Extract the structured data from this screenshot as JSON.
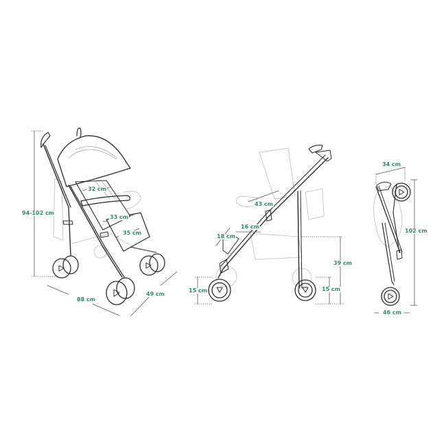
{
  "colors": {
    "label": "#2f8a6f",
    "line": "#2a2a2a",
    "faint": "#bdbdbd",
    "dim_line": "#555555"
  },
  "views": {
    "front_three_quarter": {
      "height": "94-102 cm",
      "length": "88 cm",
      "width": "49 cm",
      "seat_back_width": "32 cm",
      "seat_width": "33 cm",
      "footrest_width": "35 cm"
    },
    "side": {
      "backrest_height": "43 cm",
      "seat_depth": "16 cm",
      "legrest_length": "18 cm",
      "seat_height": "39 cm",
      "front_wheel_diameter": "15 cm",
      "rear_wheel_diameter": "15 cm"
    },
    "folded": {
      "depth": "34 cm",
      "height": "102 cm",
      "width": "46 cm"
    }
  }
}
